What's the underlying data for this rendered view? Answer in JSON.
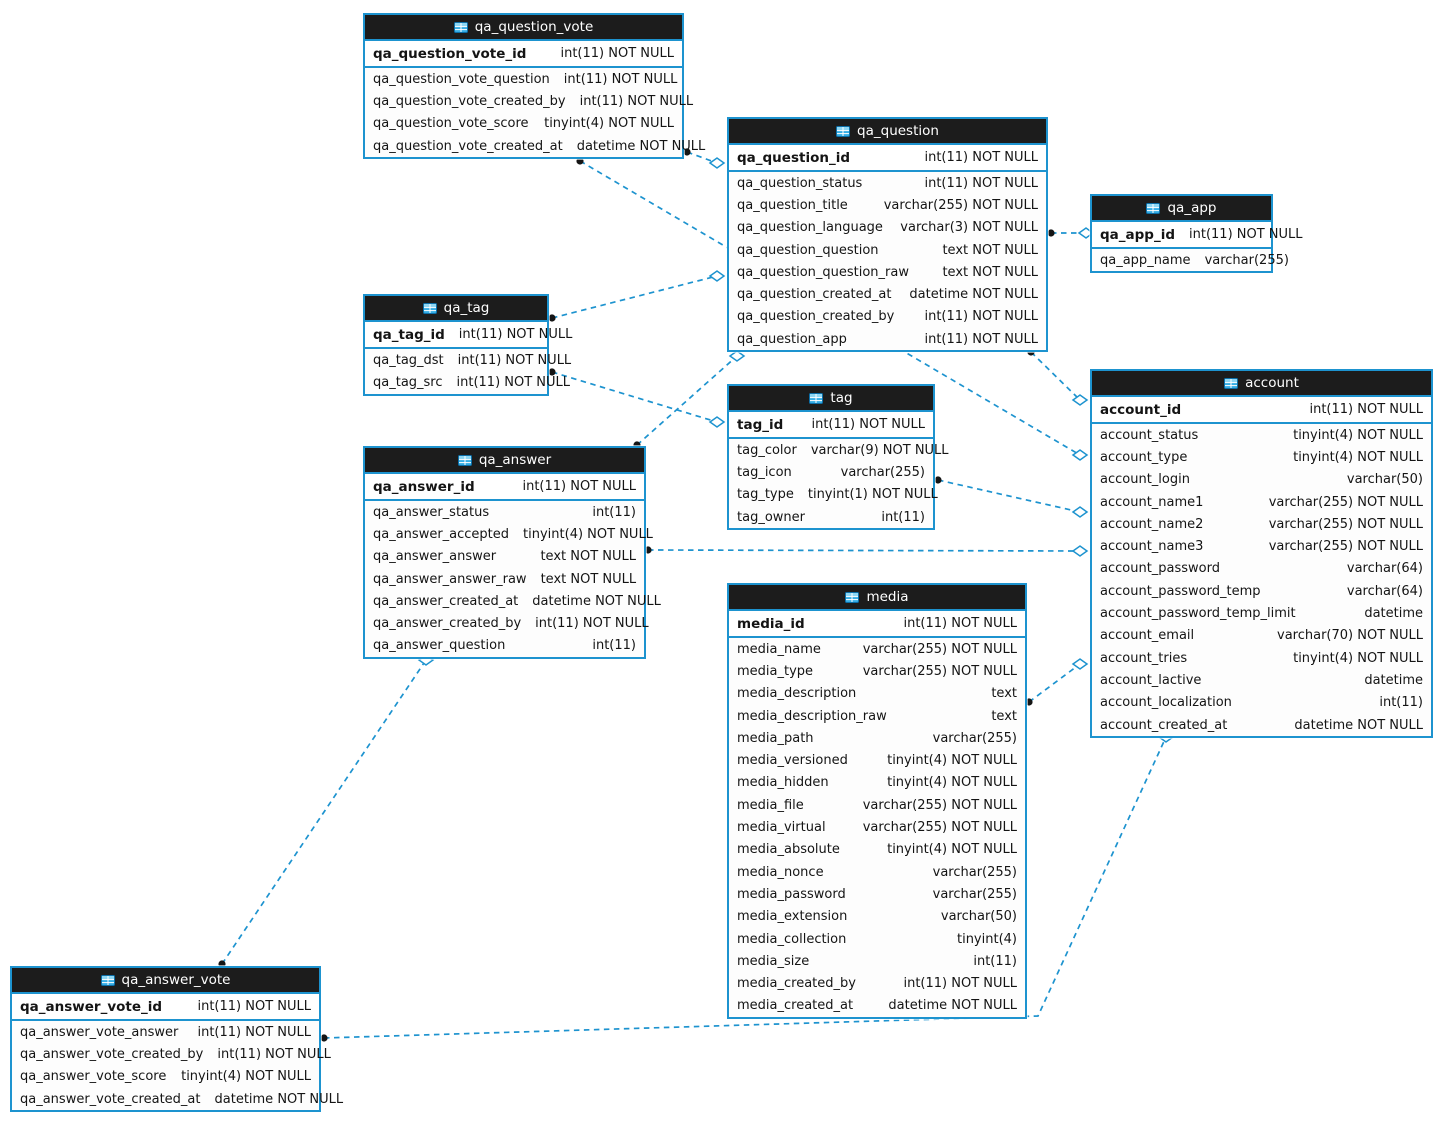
{
  "diagram": {
    "accent_color": "#1d93cf",
    "header_bg": "#1c1c1c",
    "header_fg": "#ffffff",
    "line_color": "#1d93cf",
    "connector_dot_color": "#151515",
    "table_icon_name": "table-grid-icon"
  },
  "tables": [
    {
      "name": "qa_question_vote",
      "primary_key": {
        "name": "qa_question_vote_id",
        "type": "int(11) NOT NULL"
      },
      "fields": [
        {
          "name": "qa_question_vote_question",
          "type": "int(11) NOT NULL"
        },
        {
          "name": "qa_question_vote_created_by",
          "type": "int(11) NOT NULL"
        },
        {
          "name": "qa_question_vote_score",
          "type": "tinyint(4) NOT NULL"
        },
        {
          "name": "qa_question_vote_created_at",
          "type": "datetime NOT NULL"
        }
      ]
    },
    {
      "name": "qa_question",
      "primary_key": {
        "name": "qa_question_id",
        "type": "int(11) NOT NULL"
      },
      "fields": [
        {
          "name": "qa_question_status",
          "type": "int(11) NOT NULL"
        },
        {
          "name": "qa_question_title",
          "type": "varchar(255) NOT NULL"
        },
        {
          "name": "qa_question_language",
          "type": "varchar(3) NOT NULL"
        },
        {
          "name": "qa_question_question",
          "type": "text NOT NULL"
        },
        {
          "name": "qa_question_question_raw",
          "type": "text NOT NULL"
        },
        {
          "name": "qa_question_created_at",
          "type": "datetime NOT NULL"
        },
        {
          "name": "qa_question_created_by",
          "type": "int(11) NOT NULL"
        },
        {
          "name": "qa_question_app",
          "type": "int(11) NOT NULL"
        }
      ]
    },
    {
      "name": "qa_app",
      "primary_key": {
        "name": "qa_app_id",
        "type": "int(11) NOT NULL"
      },
      "fields": [
        {
          "name": "qa_app_name",
          "type": "varchar(255)"
        }
      ]
    },
    {
      "name": "qa_tag",
      "primary_key": {
        "name": "qa_tag_id",
        "type": "int(11) NOT NULL"
      },
      "fields": [
        {
          "name": "qa_tag_dst",
          "type": "int(11) NOT NULL"
        },
        {
          "name": "qa_tag_src",
          "type": "int(11) NOT NULL"
        }
      ]
    },
    {
      "name": "tag",
      "primary_key": {
        "name": "tag_id",
        "type": "int(11) NOT NULL"
      },
      "fields": [
        {
          "name": "tag_color",
          "type": "varchar(9) NOT NULL"
        },
        {
          "name": "tag_icon",
          "type": "varchar(255)"
        },
        {
          "name": "tag_type",
          "type": "tinyint(1) NOT NULL"
        },
        {
          "name": "tag_owner",
          "type": "int(11)"
        }
      ]
    },
    {
      "name": "qa_answer",
      "primary_key": {
        "name": "qa_answer_id",
        "type": "int(11) NOT NULL"
      },
      "fields": [
        {
          "name": "qa_answer_status",
          "type": "int(11)"
        },
        {
          "name": "qa_answer_accepted",
          "type": "tinyint(4) NOT NULL"
        },
        {
          "name": "qa_answer_answer",
          "type": "text NOT NULL"
        },
        {
          "name": "qa_answer_answer_raw",
          "type": "text NOT NULL"
        },
        {
          "name": "qa_answer_created_at",
          "type": "datetime NOT NULL"
        },
        {
          "name": "qa_answer_created_by",
          "type": "int(11) NOT NULL"
        },
        {
          "name": "qa_answer_question",
          "type": "int(11)"
        }
      ]
    },
    {
      "name": "account",
      "primary_key": {
        "name": "account_id",
        "type": "int(11) NOT NULL"
      },
      "fields": [
        {
          "name": "account_status",
          "type": "tinyint(4) NOT NULL"
        },
        {
          "name": "account_type",
          "type": "tinyint(4) NOT NULL"
        },
        {
          "name": "account_login",
          "type": "varchar(50)"
        },
        {
          "name": "account_name1",
          "type": "varchar(255) NOT NULL"
        },
        {
          "name": "account_name2",
          "type": "varchar(255) NOT NULL"
        },
        {
          "name": "account_name3",
          "type": "varchar(255) NOT NULL"
        },
        {
          "name": "account_password",
          "type": "varchar(64)"
        },
        {
          "name": "account_password_temp",
          "type": "varchar(64)"
        },
        {
          "name": "account_password_temp_limit",
          "type": "datetime"
        },
        {
          "name": "account_email",
          "type": "varchar(70) NOT NULL"
        },
        {
          "name": "account_tries",
          "type": "tinyint(4) NOT NULL"
        },
        {
          "name": "account_lactive",
          "type": "datetime"
        },
        {
          "name": "account_localization",
          "type": "int(11)"
        },
        {
          "name": "account_created_at",
          "type": "datetime NOT NULL"
        }
      ]
    },
    {
      "name": "media",
      "primary_key": {
        "name": "media_id",
        "type": "int(11) NOT NULL"
      },
      "fields": [
        {
          "name": "media_name",
          "type": "varchar(255) NOT NULL"
        },
        {
          "name": "media_type",
          "type": "varchar(255) NOT NULL"
        },
        {
          "name": "media_description",
          "type": "text"
        },
        {
          "name": "media_description_raw",
          "type": "text"
        },
        {
          "name": "media_path",
          "type": "varchar(255)"
        },
        {
          "name": "media_versioned",
          "type": "tinyint(4) NOT NULL"
        },
        {
          "name": "media_hidden",
          "type": "tinyint(4) NOT NULL"
        },
        {
          "name": "media_file",
          "type": "varchar(255) NOT NULL"
        },
        {
          "name": "media_virtual",
          "type": "varchar(255) NOT NULL"
        },
        {
          "name": "media_absolute",
          "type": "tinyint(4) NOT NULL"
        },
        {
          "name": "media_nonce",
          "type": "varchar(255)"
        },
        {
          "name": "media_password",
          "type": "varchar(255)"
        },
        {
          "name": "media_extension",
          "type": "varchar(50)"
        },
        {
          "name": "media_collection",
          "type": "tinyint(4)"
        },
        {
          "name": "media_size",
          "type": "int(11)"
        },
        {
          "name": "media_created_by",
          "type": "int(11) NOT NULL"
        },
        {
          "name": "media_created_at",
          "type": "datetime NOT NULL"
        }
      ]
    },
    {
      "name": "qa_answer_vote",
      "primary_key": {
        "name": "qa_answer_vote_id",
        "type": "int(11) NOT NULL"
      },
      "fields": [
        {
          "name": "qa_answer_vote_answer",
          "type": "int(11) NOT NULL"
        },
        {
          "name": "qa_answer_vote_created_by",
          "type": "int(11) NOT NULL"
        },
        {
          "name": "qa_answer_vote_score",
          "type": "tinyint(4) NOT NULL"
        },
        {
          "name": "qa_answer_vote_created_at",
          "type": "datetime NOT NULL"
        }
      ]
    }
  ],
  "relationships": [
    {
      "from": "qa_question_vote",
      "to": "qa_question"
    },
    {
      "from": "qa_question_vote",
      "to": "account"
    },
    {
      "from": "qa_tag",
      "to": "qa_question"
    },
    {
      "from": "qa_tag",
      "to": "tag"
    },
    {
      "from": "qa_answer",
      "to": "qa_question"
    },
    {
      "from": "qa_answer",
      "to": "account"
    },
    {
      "from": "qa_question",
      "to": "account"
    },
    {
      "from": "qa_question",
      "to": "qa_app"
    },
    {
      "from": "tag",
      "to": "account"
    },
    {
      "from": "media",
      "to": "account"
    },
    {
      "from": "qa_answer_vote",
      "to": "qa_answer"
    },
    {
      "from": "qa_answer_vote",
      "to": "account"
    }
  ]
}
